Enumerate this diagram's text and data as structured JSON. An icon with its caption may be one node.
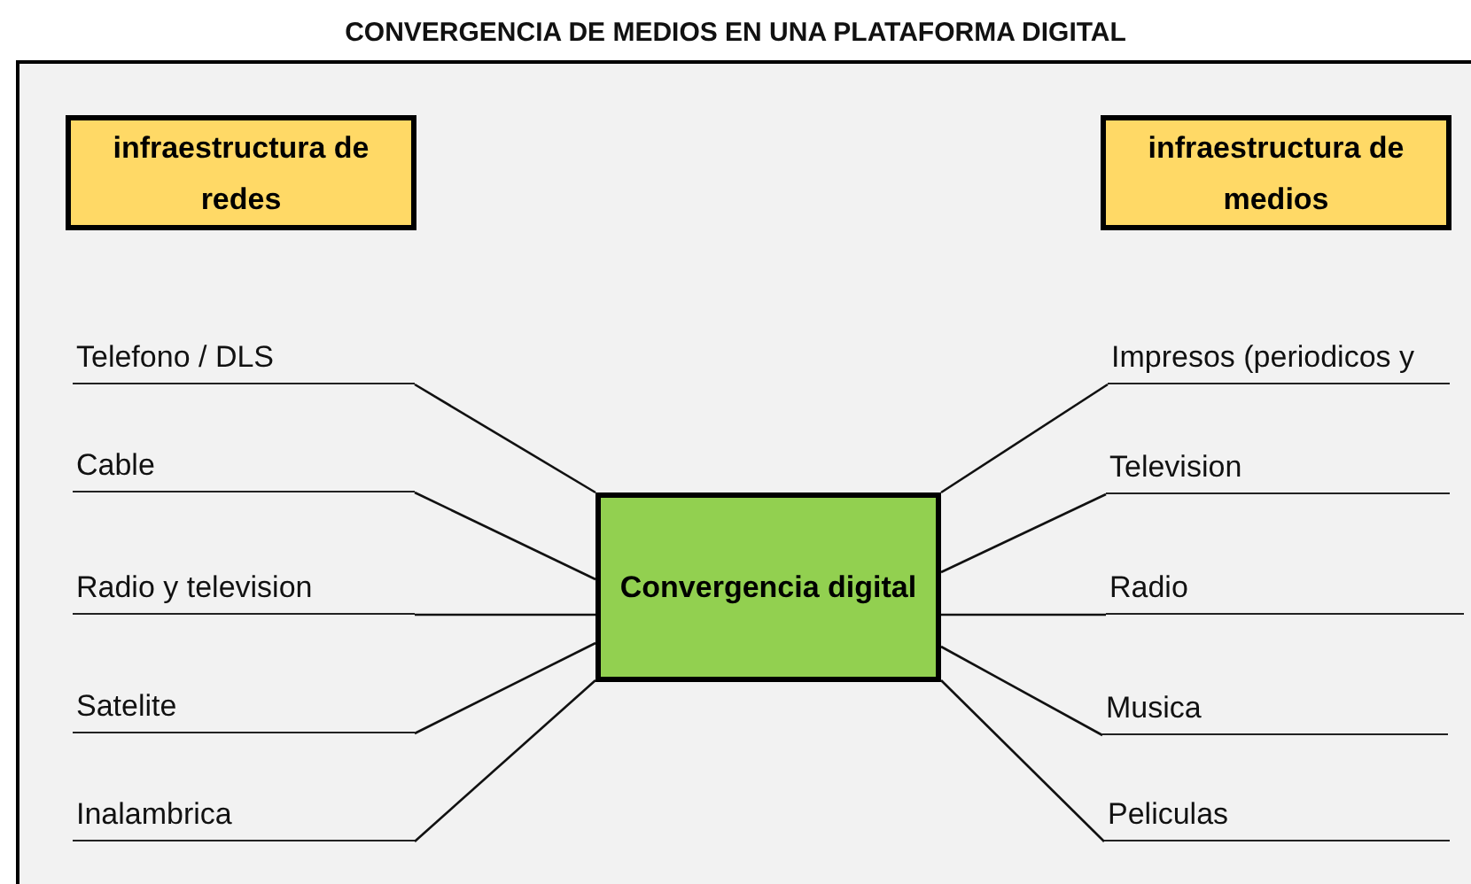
{
  "diagram": {
    "title": "CONVERGENCIA DE MEDIOS EN UNA PLATAFORMA DIGITAL",
    "nodes": [
      {
        "text": [
          "infraestructura de redes"
        ]
      },
      {
        "text": [
          "infraestructura de medios"
        ]
      },
      {
        "text": [
          "Convergencia digital"
        ]
      },
      {
        "text": [
          "Telefono / DLS"
        ]
      },
      {
        "text": [
          "Cable"
        ]
      },
      {
        "text": [
          "Radio y television"
        ]
      },
      {
        "text": [
          "Satelite"
        ]
      },
      {
        "text": [
          "Inalambrica"
        ]
      },
      {
        "text": [
          "Impresos (periodicos y"
        ]
      },
      {
        "text": [
          "Television"
        ]
      },
      {
        "text": [
          "Radio"
        ]
      },
      {
        "text": [
          "Musica"
        ]
      },
      {
        "text": [
          "Peliculas"
        ]
      }
    ],
    "edges": [
      {
        "from": 3,
        "to": 2,
        "arrow": "none"
      },
      {
        "from": 4,
        "to": 2,
        "arrow": "none"
      },
      {
        "from": 5,
        "to": 2,
        "arrow": "none"
      },
      {
        "from": 6,
        "to": 2,
        "arrow": "none"
      },
      {
        "from": 7,
        "to": 2,
        "arrow": "none"
      },
      {
        "from": 8,
        "to": 2,
        "arrow": "none"
      },
      {
        "from": 9,
        "to": 2,
        "arrow": "none"
      },
      {
        "from": 10,
        "to": 2,
        "arrow": "none"
      },
      {
        "from": 11,
        "to": 2,
        "arrow": "none"
      },
      {
        "from": 12,
        "to": 2,
        "arrow": "none"
      }
    ]
  }
}
